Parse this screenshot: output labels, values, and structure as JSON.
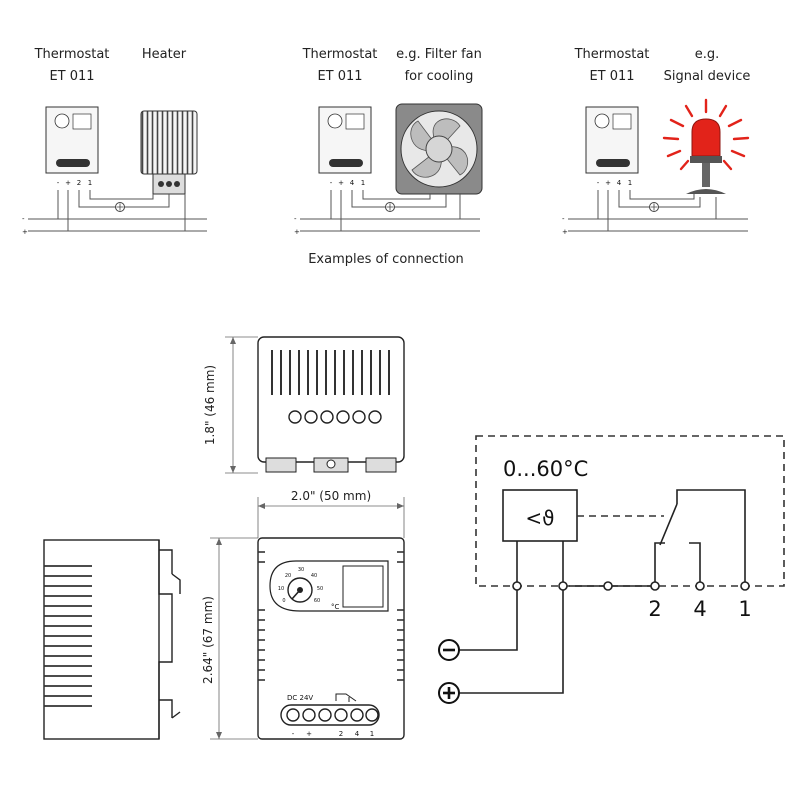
{
  "connection_examples": {
    "caption": "Examples of connection",
    "heater": {
      "thermostat_label": [
        "Thermostat",
        "ET 011"
      ],
      "device_label": [
        "Heater"
      ],
      "terminals": [
        "-",
        "+",
        "2",
        "1"
      ]
    },
    "fan": {
      "thermostat_label": [
        "Thermostat",
        "ET 011"
      ],
      "device_label": [
        "e.g. Filter fan",
        "for cooling"
      ],
      "terminals": [
        "-",
        "+",
        "4",
        "1"
      ]
    },
    "signal": {
      "thermostat_label": [
        "Thermostat",
        "ET 011"
      ],
      "device_label": [
        "e.g.",
        "Signal device"
      ],
      "terminals": [
        "-",
        "+",
        "4",
        "1"
      ]
    },
    "supply_minus": "-",
    "supply_plus": "+",
    "ground_symbol": "⊕"
  },
  "dimensions": {
    "height_side": "1.8\" (46 mm)",
    "width_front": "2.0\" (50 mm)",
    "height_front": "2.64\" (67 mm)"
  },
  "front_view": {
    "dial_scale": [
      "0",
      "10",
      "20",
      "30",
      "40",
      "50",
      "60"
    ],
    "unit": "°C",
    "supply_label": "DC 24V",
    "terminals": [
      "-",
      "+",
      "2",
      "4",
      "1"
    ]
  },
  "schematic": {
    "range": "0...60°C",
    "controller_symbol": "<ϑ",
    "terminals": [
      "2",
      "4",
      "1"
    ],
    "minus_symbol": "−",
    "plus_symbol": "+"
  },
  "colors": {
    "line": "#333333",
    "device_fill": "#f2f2f2",
    "dark": "#222222",
    "lamp": "#e2231a"
  }
}
